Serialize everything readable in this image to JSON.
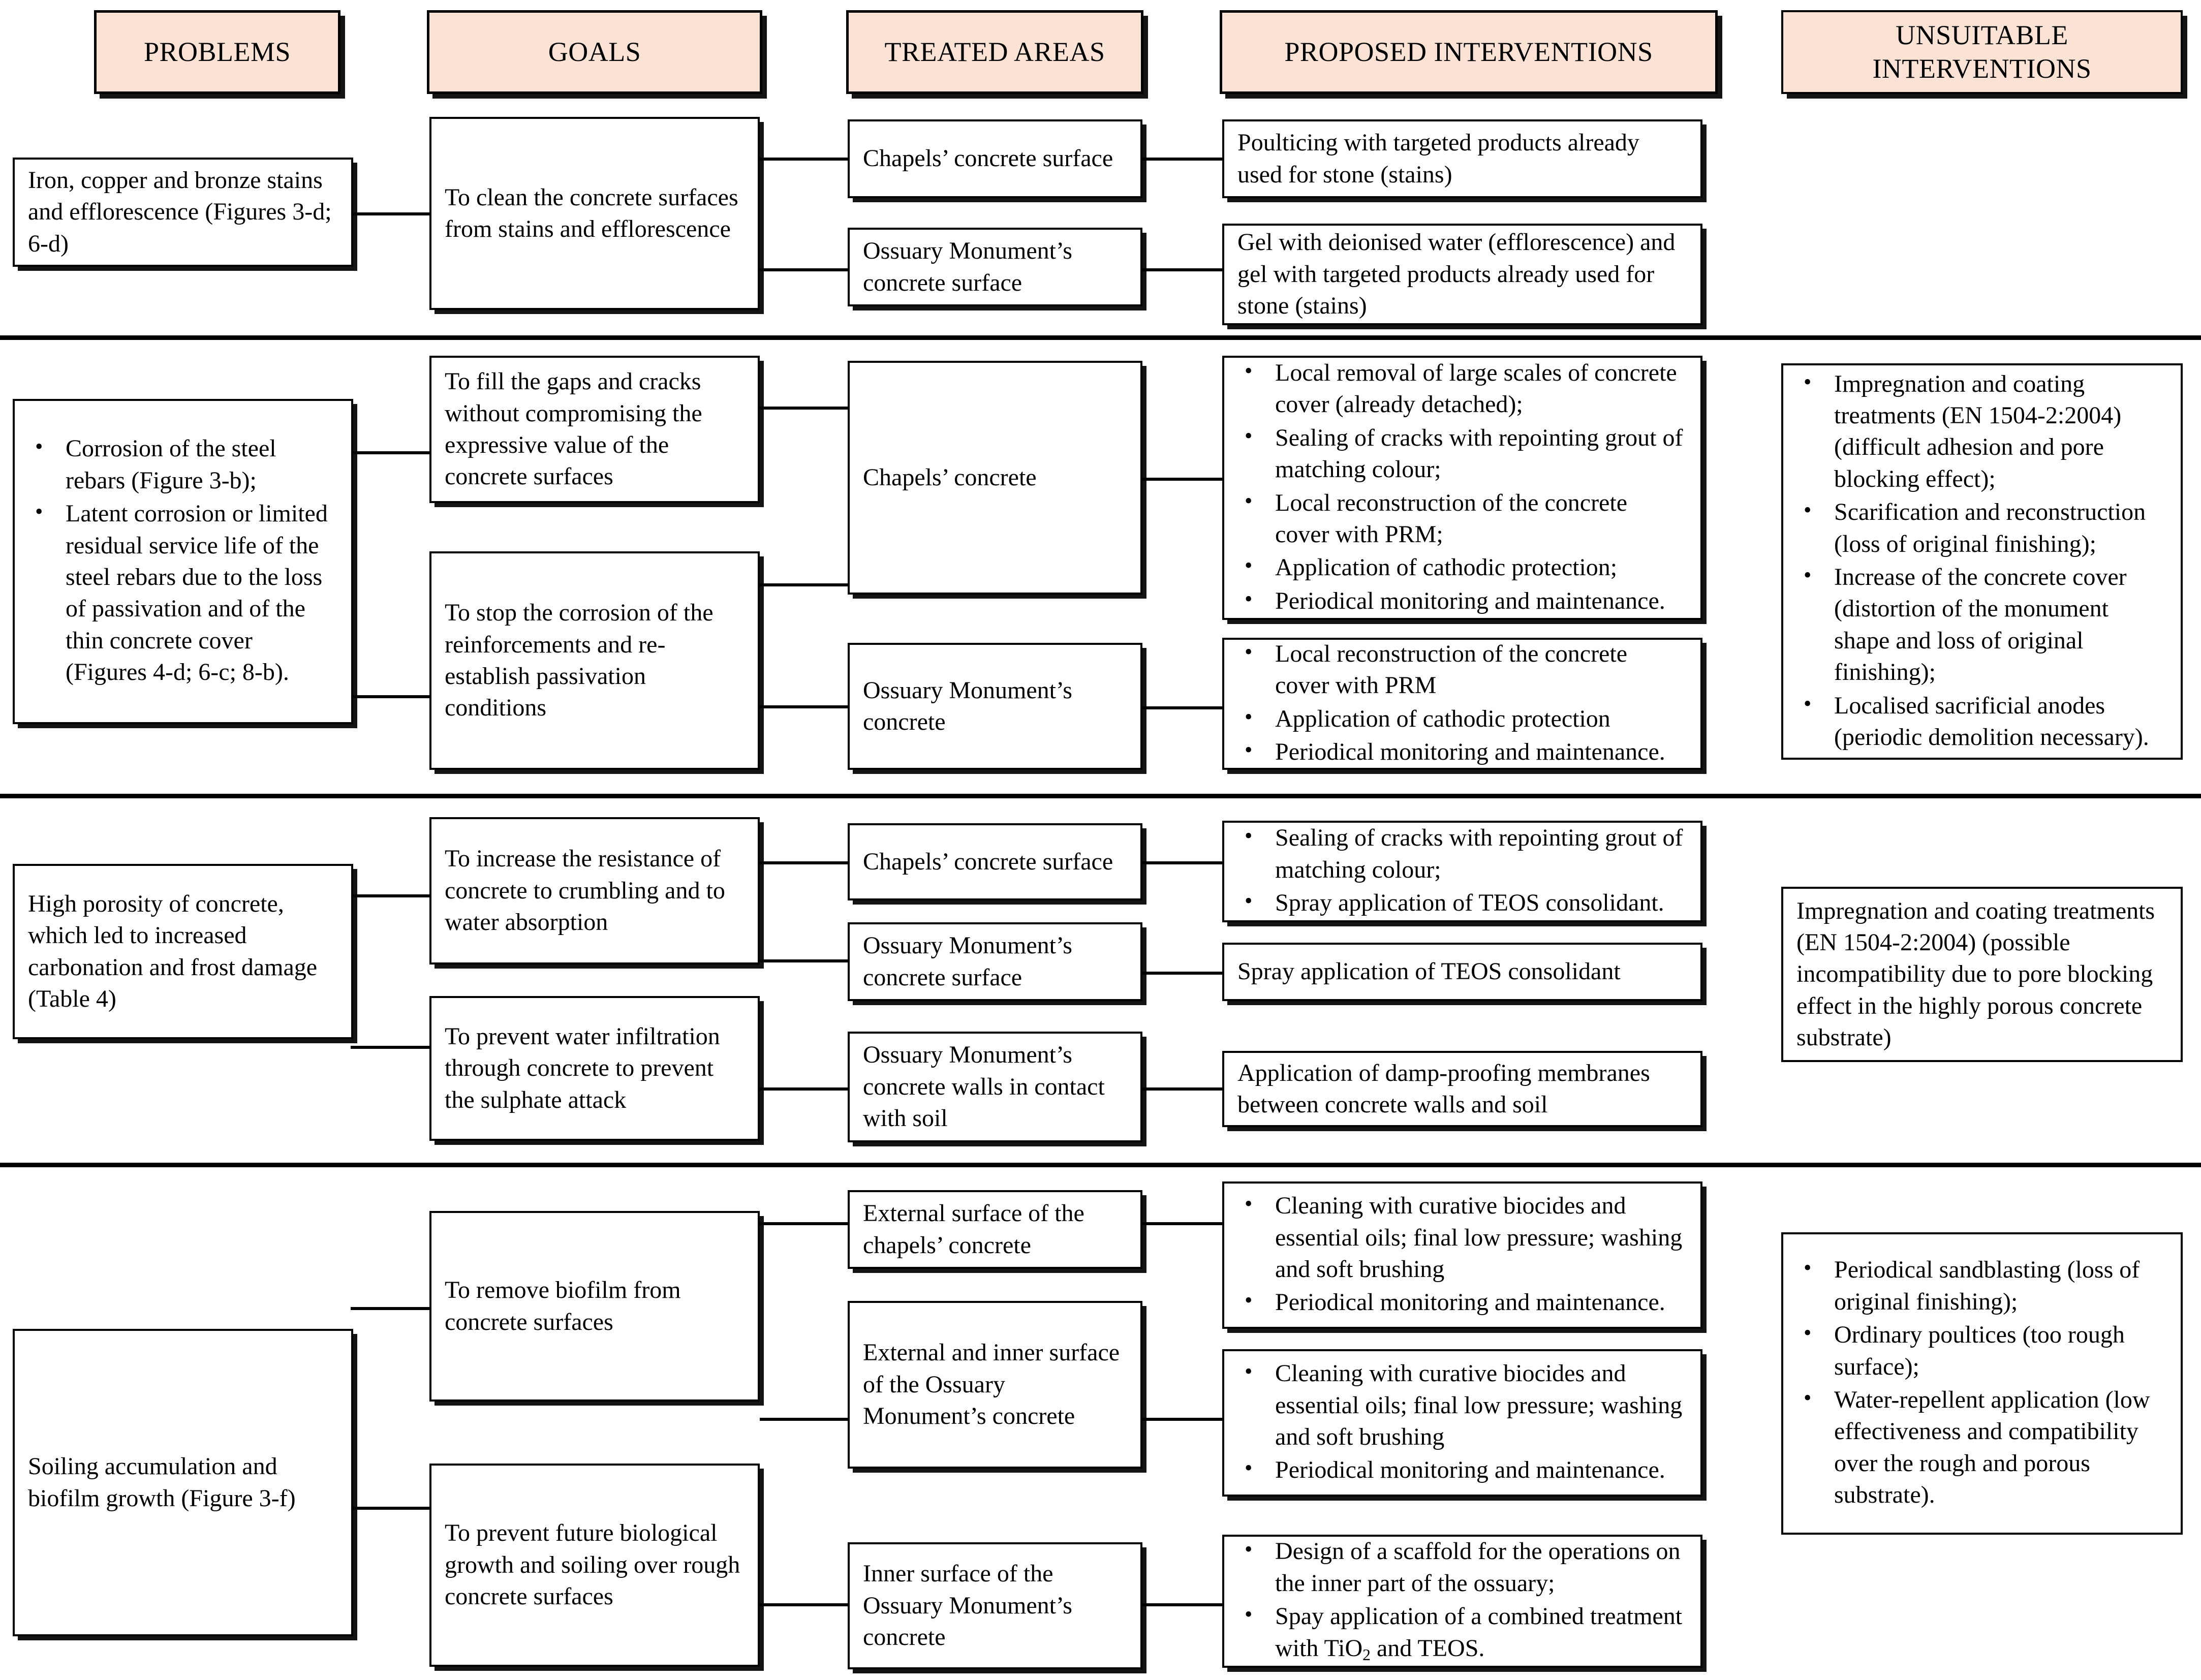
{
  "headers": [
    {
      "label": "PROBLEMS"
    },
    {
      "label": "GOALS"
    },
    {
      "label": "TREATED AREAS"
    },
    {
      "label": "PROPOSED INTERVENTIONS"
    },
    {
      "label": "UNSUITABLE\nINTERVENTIONS"
    }
  ],
  "colors": {
    "header_fill": "#fae2d5",
    "border": "#000000",
    "background": "#ffffff"
  },
  "rows": [
    {
      "id": "row-1",
      "problem": "Iron, copper and bronze stains and efflorescence (Figures 3-d; 6-d)",
      "goals": [
        "To clean the concrete surfaces from stains and efflorescence"
      ],
      "treated_areas": [
        "Chapels’ concrete surface",
        "Ossuary Monument’s concrete surface"
      ],
      "interventions": [
        {
          "text": "Poulticing with targeted products already used for stone (stains)",
          "bullets": []
        },
        {
          "text": "Gel with deionised water (efflorescence) and gel with targeted products already used for stone (stains)",
          "bullets": []
        }
      ],
      "unsuitable": null
    },
    {
      "id": "row-2",
      "problem_bullets": [
        "Corrosion of the steel rebars (Figure 3-b);",
        "Latent corrosion or limited residual service life of the steel rebars due to the loss of passivation and of the thin concrete cover (Figures 4-d; 6-c; 8-b)."
      ],
      "goals": [
        "To fill the gaps and cracks without compromising the expressive  value of the concrete surfaces",
        "To stop the corrosion of the reinforcements and re-establish passivation conditions"
      ],
      "treated_areas": [
        "Chapels’ concrete",
        "Ossuary Monument’s concrete"
      ],
      "interventions": [
        {
          "text": null,
          "bullets": [
            "Local removal of large scales of concrete cover (already detached);",
            "Sealing of cracks with repointing grout of matching colour;",
            "Local reconstruction of the concrete cover with PRM;",
            "Application of cathodic protection;",
            "Periodical monitoring and maintenance."
          ]
        },
        {
          "text": null,
          "bullets": [
            "Local reconstruction of the concrete cover with PRM",
            "Application of cathodic protection",
            "Periodical monitoring and maintenance."
          ]
        }
      ],
      "unsuitable": {
        "bullets": [
          "Impregnation and coating treatments (EN 1504-2:2004) (difficult adhesion and pore blocking effect);",
          "Scarification and reconstruction (loss of original finishing);",
          "Increase of the concrete cover (distortion of the monument shape and loss of original finishing);",
          "Localised sacrificial anodes (periodic demolition necessary)."
        ],
        "text": null
      }
    },
    {
      "id": "row-3",
      "problem": "High porosity of concrete, which led to increased carbonation and frost damage (Table 4)",
      "goals": [
        "To increase the resistance of concrete to crumbling and to water absorption",
        "To prevent water infiltration through concrete to prevent the sulphate attack"
      ],
      "treated_areas": [
        "Chapels’ concrete surface",
        "Ossuary Monument’s concrete surface",
        "Ossuary Monument’s concrete walls in contact with soil"
      ],
      "interventions": [
        {
          "text": null,
          "bullets": [
            "Sealing of cracks with repointing grout of matching colour;",
            "Spray application of TEOS consolidant."
          ]
        },
        {
          "text": "Spray application of TEOS consolidant",
          "bullets": []
        },
        {
          "text": "Application of damp-proofing membranes between concrete walls and soil",
          "bullets": []
        }
      ],
      "unsuitable": {
        "bullets": [],
        "text": "Impregnation and coating treatments (EN 1504-2:2004) (possible incompatibility due to pore blocking effect in the highly porous concrete substrate)"
      }
    },
    {
      "id": "row-4",
      "problem": "Soiling accumulation and biofilm growth (Figure 3-f)",
      "goals": [
        "To remove biofilm from concrete surfaces",
        "To prevent future biological growth and soiling over rough concrete surfaces"
      ],
      "treated_areas": [
        "External surface of the chapels’ concrete",
        "External and inner surface of the Ossuary Monument’s concrete",
        "Inner surface of the Ossuary Monument’s concrete"
      ],
      "interventions": [
        {
          "text": null,
          "bullets": [
            "Cleaning with curative biocides and essential oils; final low pressure; washing and soft brushing",
            "Periodical monitoring and maintenance."
          ]
        },
        {
          "text": null,
          "bullets": [
            "Cleaning with curative biocides and essential oils; final low pressure; washing and soft brushing",
            "Periodical monitoring and maintenance."
          ]
        },
        {
          "text": null,
          "bullets": [
            "Design of a scaffold for the operations on the inner part of the ossuary;",
            "Spay application of a combined treatment with TiO₂ and TEOS."
          ]
        }
      ],
      "unsuitable": {
        "bullets": [
          "Periodical sandblasting (loss of original finishing);",
          "Ordinary poultices (too rough surface);",
          "Water-repellent application (low effectiveness and compatibility over the rough and porous substrate)."
        ],
        "text": null
      }
    }
  ]
}
